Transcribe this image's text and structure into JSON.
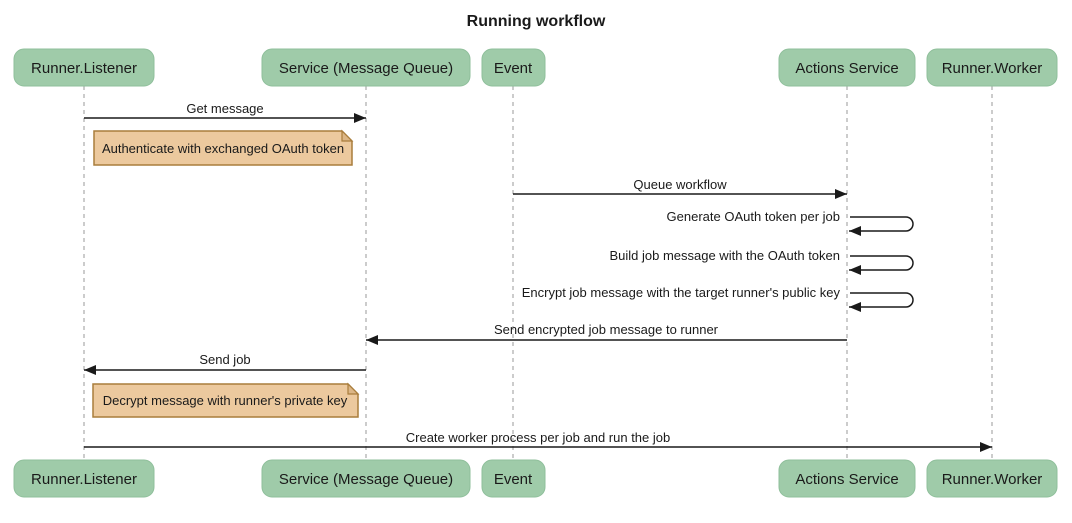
{
  "title": "Running workflow",
  "participants": [
    {
      "label": "Runner.Listener"
    },
    {
      "label": "Service (Message Queue)"
    },
    {
      "label": "Event"
    },
    {
      "label": "Actions Service"
    },
    {
      "label": "Runner.Worker"
    }
  ],
  "messages": [
    {
      "label": "Get message",
      "from": "Runner.Listener",
      "to": "Service (Message Queue)"
    },
    {
      "label": "Queue workflow",
      "from": "Event",
      "to": "Actions Service"
    },
    {
      "label": "Generate OAuth token per job",
      "from": "Actions Service",
      "to": "Actions Service"
    },
    {
      "label": "Build job message with the OAuth token",
      "from": "Actions Service",
      "to": "Actions Service"
    },
    {
      "label": "Encrypt job message with the target runner's public key",
      "from": "Actions Service",
      "to": "Actions Service"
    },
    {
      "label": "Send encrypted job message to runner",
      "from": "Actions Service",
      "to": "Service (Message Queue)"
    },
    {
      "label": "Send job",
      "from": "Service (Message Queue)",
      "to": "Runner.Listener"
    },
    {
      "label": "Create worker process per job and run the job",
      "from": "Runner.Listener",
      "to": "Runner.Worker"
    }
  ],
  "notes": [
    {
      "text": "Authenticate with exchanged OAuth token"
    },
    {
      "text": "Decrypt message with runner's private key"
    }
  ],
  "colors": {
    "actor_fill": "#9fcba9",
    "note_fill": "#ecc99e",
    "note_border": "#a97d3c",
    "line": "#1a1a1a",
    "lifeline": "#999999"
  }
}
